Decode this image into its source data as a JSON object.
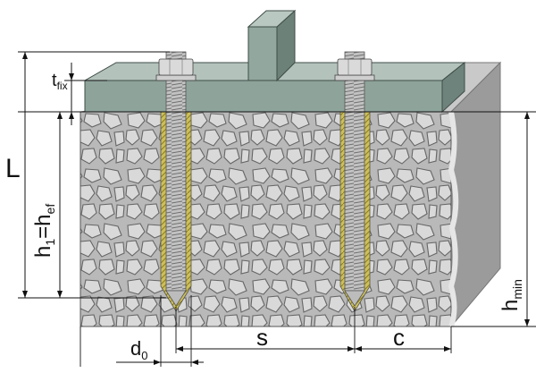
{
  "labels": {
    "L": "L",
    "t_main": "t",
    "t_sub": "fix",
    "h1_main": "h",
    "h1_sub": "1",
    "h1_eq": "=h",
    "hef_sub": "ef",
    "hmin_main": "h",
    "hmin_sub": "min",
    "d0_main": "d",
    "d0_sub": "0",
    "s": "s",
    "c": "c"
  },
  "colors": {
    "plate_top": "#aebfb8",
    "plate_front": "#8fa59c",
    "plate_side": "#6e837b",
    "concrete_base": "#b8b8b8",
    "stone_fill": "#d7d7d7",
    "stone_stroke": "#6a6a6a",
    "concrete_side": "#9a9a9a",
    "concrete_top": "#c9c9c9",
    "rod": "#bdbdbd",
    "resin": "#cfc56a",
    "nut": "#d6d6d6",
    "line": "#111111"
  }
}
